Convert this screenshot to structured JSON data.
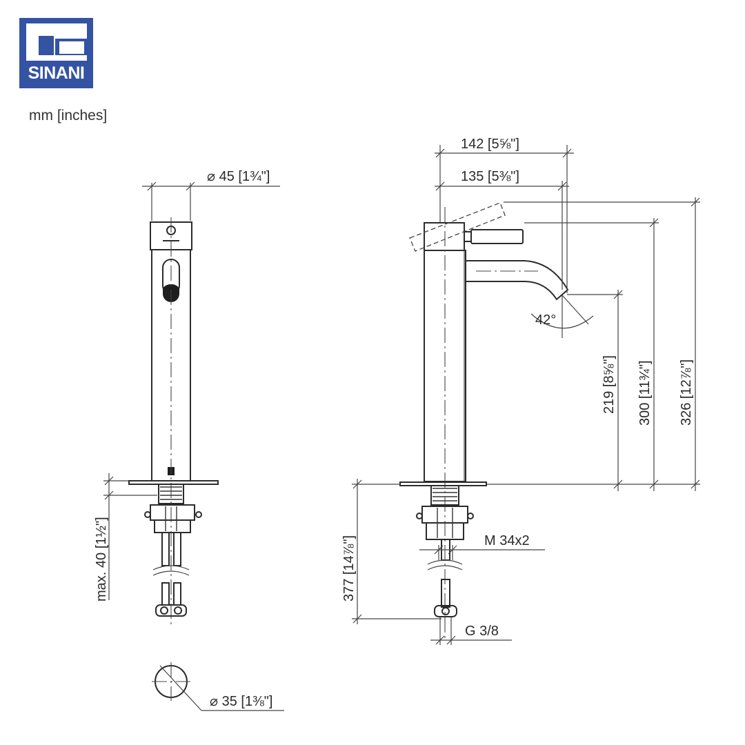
{
  "brand": {
    "name": "SINANI",
    "color": "#3553a3"
  },
  "units_note": "mm [inches]",
  "dimensions": {
    "front_body_diameter": "⌀ 45 [1¾\"]",
    "base_diameter": "⌀ 35 [1⅜\"]",
    "max_deck_thickness": "max. 40 [1½\"]",
    "total_reach": "142 [5⅝\"]",
    "spout_reach": "135 [5⅜\"]",
    "spout_height": "219 [8⅝\"]",
    "body_height": "300 [11¾\"]",
    "total_height": "326 [12⅞\"]",
    "hose_length": "377 [14⅞\"]",
    "mounting_thread": "M 34x2",
    "connection": "G 3/8",
    "outlet_angle": "42°"
  }
}
